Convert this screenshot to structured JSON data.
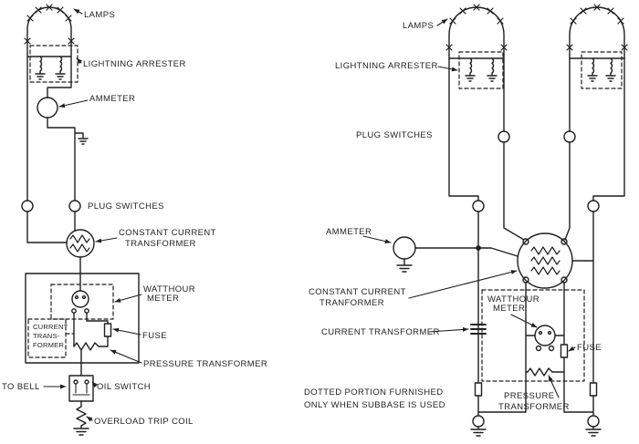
{
  "figure": {
    "background_color": "#ffffff",
    "ink_color": "#1f1f1f"
  },
  "left_circuit": {
    "lamps_label": "LAMPS",
    "lightning_arrester_label": "LIGHTNING ARRESTER",
    "ammeter_label": "AMMETER",
    "plug_switches_label": "PLUG SWITCHES",
    "constant_current_transformer_label_line1": "CONSTANT CURRENT",
    "constant_current_transformer_label_line2": "TRANSFORMER",
    "watthour_meter_label_line1": "WATTHOUR",
    "watthour_meter_label_line2": "METER",
    "current_transformer_label_line1": "CURRENT",
    "current_transformer_label_line2": "TRANS-",
    "current_transformer_label_line3": "FORMER",
    "fuse_label": "FUSE",
    "pressure_transformer_label": "PRESSURE TRANSFORMER",
    "to_bell_label": "TO BELL",
    "oil_switch_label": "OIL SWITCH",
    "overload_trip_coil_label": "OVERLOAD TRIP COIL"
  },
  "right_circuit": {
    "lamps_label": "LAMPS",
    "lightning_arrester_label": "LIGHTNING ARRESTER",
    "plug_switches_label": "PLUG SWITCHES",
    "ammeter_label": "AMMETER",
    "constant_current_transformer_label_line1": "CONSTANT CURRENT",
    "constant_current_transformer_label_line2": "TRANFORMER",
    "watthour_meter_label_line1": "WATTHOUR",
    "watthour_meter_label_line2": "METER",
    "current_transformer_label": "CURRENT TRANSFORMER",
    "fuse_label": "FUSE",
    "pressure_transformer_label_line1": "PRESSURE",
    "pressure_transformer_label_line2": "TRANSFORMER",
    "subbase_note_line1": "DOTTED PORTION FURNISHED",
    "subbase_note_line2": "ONLY WHEN SUBBASE IS USED"
  }
}
